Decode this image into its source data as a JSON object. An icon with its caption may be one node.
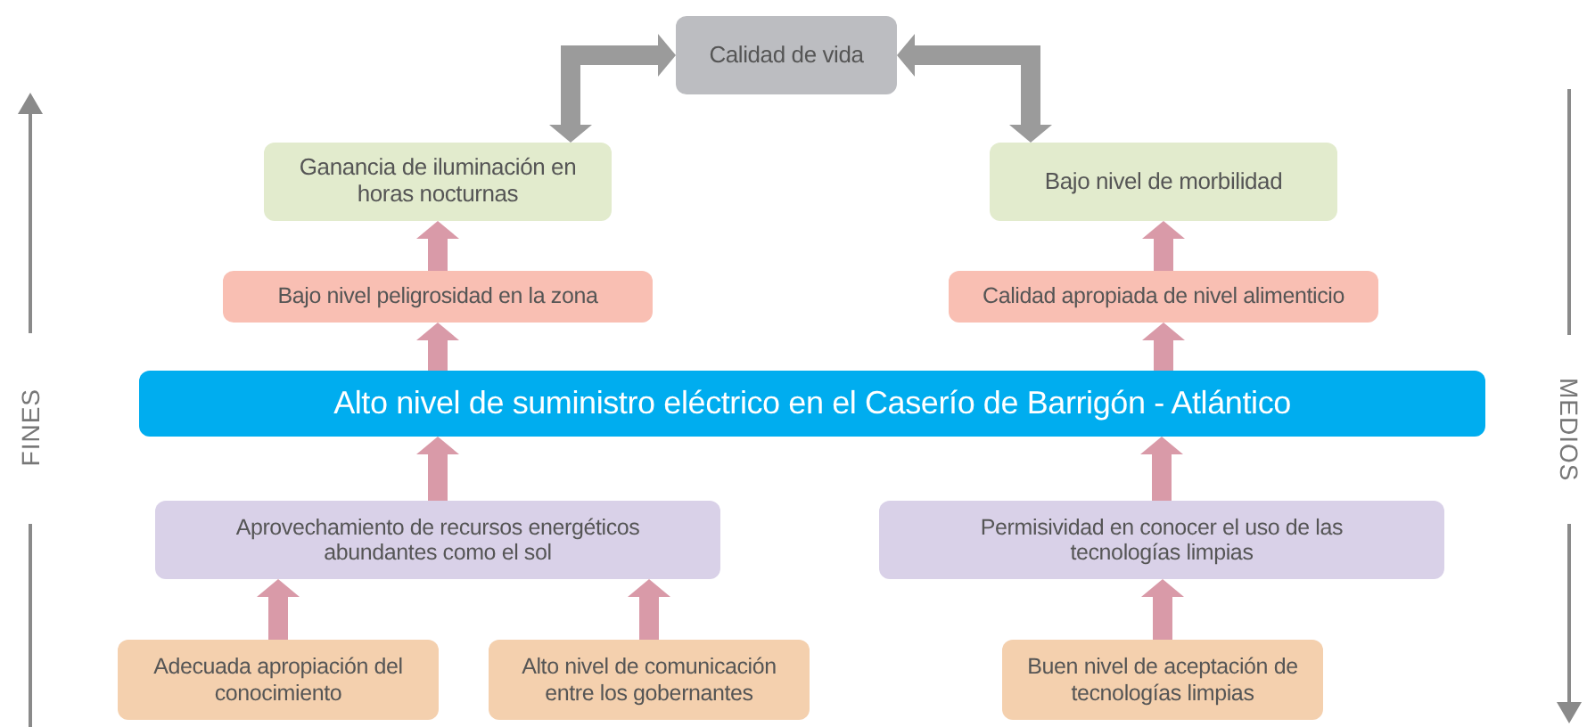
{
  "diagram": {
    "nodes": [
      {
        "text": [
          "Calidad de vida"
        ]
      },
      {
        "text": [
          "Ganancia de iluminación en horas nocturnas"
        ]
      },
      {
        "text": [
          "Bajo nivel de morbilidad"
        ]
      },
      {
        "text": [
          "Bajo nivel peligrosidad en la zona"
        ]
      },
      {
        "text": [
          "Calidad apropiada de nivel alimenticio"
        ]
      },
      {
        "text": [
          "Alto nivel de suministro eléctrico en el Caserío de Barrigón - Atlántico"
        ]
      },
      {
        "text": [
          "Aprovechamiento de recursos energéticos abundantes como el sol"
        ]
      },
      {
        "text": [
          "Permisividad en conocer el uso de las tecnologías limpias"
        ]
      },
      {
        "text": [
          "Adecuada apropiación del conocimiento"
        ]
      },
      {
        "text": [
          "Alto nivel de comunicación entre los gobernantes"
        ]
      },
      {
        "text": [
          "Buen nivel de aceptación de tecnologías limpias"
        ]
      }
    ],
    "edges": [
      {
        "from": 1,
        "to": 0,
        "arrow": "both",
        "color": "#9b9b9b"
      },
      {
        "from": 2,
        "to": 0,
        "arrow": "both",
        "color": "#9b9b9b"
      },
      {
        "from": 3,
        "to": 1,
        "arrow": "to"
      },
      {
        "from": 4,
        "to": 2,
        "arrow": "to"
      },
      {
        "from": 5,
        "to": 3,
        "arrow": "to"
      },
      {
        "from": 5,
        "to": 4,
        "arrow": "to"
      },
      {
        "from": 6,
        "to": 5,
        "arrow": "to"
      },
      {
        "from": 7,
        "to": 5,
        "arrow": "to"
      },
      {
        "from": 8,
        "to": 6,
        "arrow": "to"
      },
      {
        "from": 9,
        "to": 6,
        "arrow": "to"
      },
      {
        "from": 10,
        "to": 7,
        "arrow": "to"
      }
    ],
    "labels": [
      "FINES",
      "MEDIOS"
    ]
  }
}
